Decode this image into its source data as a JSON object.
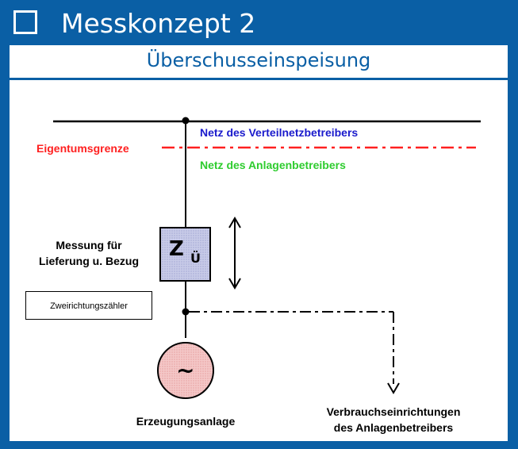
{
  "header": {
    "title": "Messkonzept 2"
  },
  "subheader": {
    "title": "Überschusseinspeisung"
  },
  "labels": {
    "grid_operator": "Netz des Verteilnetzbetreibers",
    "ownership_boundary": "Eigentumsgrenze",
    "plant_operator_grid": "Netz des Anlagenbetreibers",
    "measurement_line1": "Messung für",
    "measurement_line2": "Lieferung u. Bezug",
    "meter_type": "Zweirichtungszähler",
    "meter_symbol": "Z",
    "meter_subscript": "Ü",
    "generator_symbol": "~",
    "generation_plant": "Erzeugungsanlage",
    "consumers_line1": "Verbrauchseinrichtungen",
    "consumers_line2": "des Anlagenbetreibers"
  },
  "colors": {
    "frame": "#0a5fa5",
    "grid_operator_text": "#1a1acc",
    "boundary": "#ff2020",
    "plant_operator_text": "#2ecc2e",
    "meter_fill": "#c8cbe8",
    "generator_fill": "#f4c8c8"
  }
}
